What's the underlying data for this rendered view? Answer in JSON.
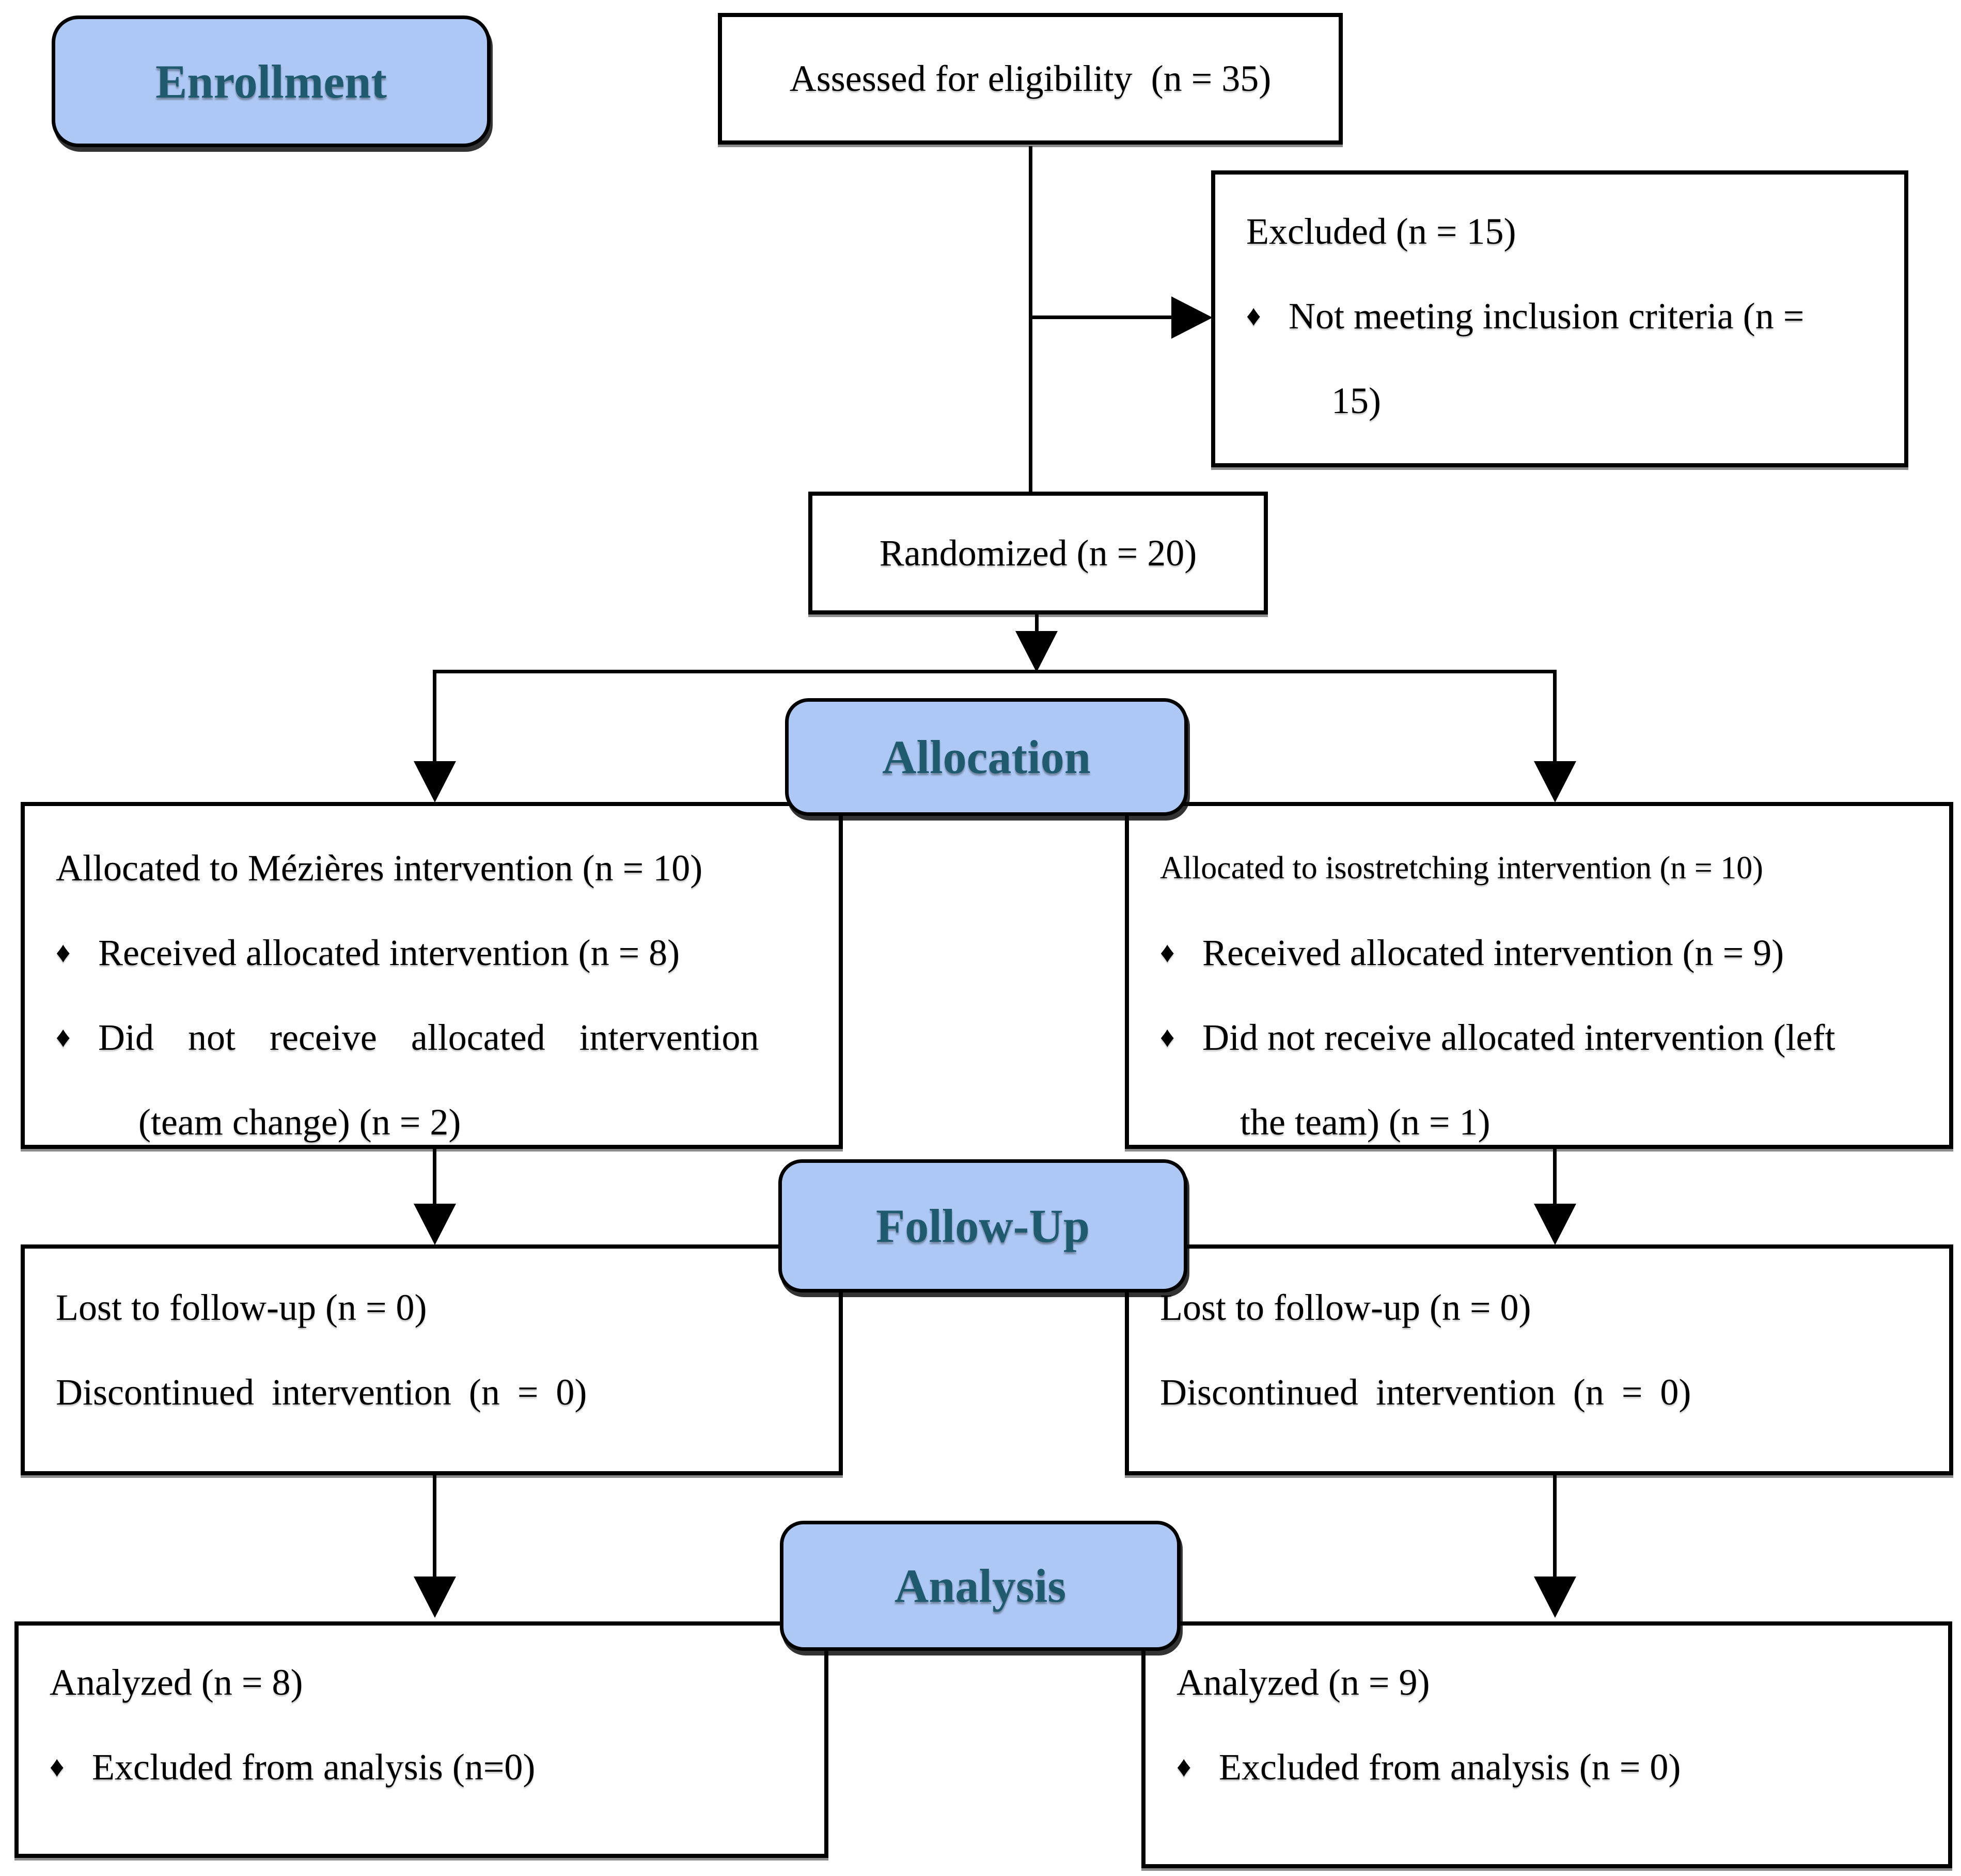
{
  "diagram": {
    "stage_labels": {
      "enrollment": "Enrollment",
      "allocation": "Allocation",
      "followup": "Follow-Up",
      "analysis": "Analysis"
    },
    "boxes": {
      "assessed": {
        "text": "Assessed for eligibility  (n = 35)"
      },
      "excluded": {
        "title": "Excluded (n = 15)",
        "bullet": "♦",
        "item_line1": "Not meeting inclusion criteria (n =",
        "item_line2": "15)"
      },
      "randomized": {
        "text": "Randomized (n = 20)"
      },
      "alloc_left": {
        "line1": "Allocated to Mézières intervention (n = 10)",
        "bullet": "♦",
        "bullet1": "Received allocated intervention (n = 8)",
        "bullet2_line1": "Did not receive allocated intervention",
        "bullet2_line2": "(team change) (n = 2)"
      },
      "alloc_right": {
        "line1": "Allocated to isostretching intervention (n = 10)",
        "bullet": "♦",
        "bullet1": "Received allocated intervention (n = 9)",
        "bullet2_line1": "Did not receive allocated intervention (left",
        "bullet2_line2": "the team) (n = 1)"
      },
      "followup_left": {
        "line1": "Lost to follow-up (n = 0)",
        "line2": "Discontinued intervention (n = 0)"
      },
      "followup_right": {
        "line1": "Lost to follow-up (n = 0)",
        "line2": "Discontinued intervention (n = 0)"
      },
      "analysis_left": {
        "line1": "Analyzed (n = 8)",
        "bullet": "♦",
        "bullet1": "Excluded from analysis (n=0)"
      },
      "analysis_right": {
        "line1": "Analyzed (n = 9)",
        "bullet": "♦",
        "bullet1": "Excluded from analysis (n = 0)"
      }
    },
    "colors": {
      "stage_fill": "#AEC8F5",
      "stage_text": "#1F5A6E",
      "box_border": "#000000",
      "body_text": "#000000",
      "background": "#FFFFFF"
    }
  }
}
